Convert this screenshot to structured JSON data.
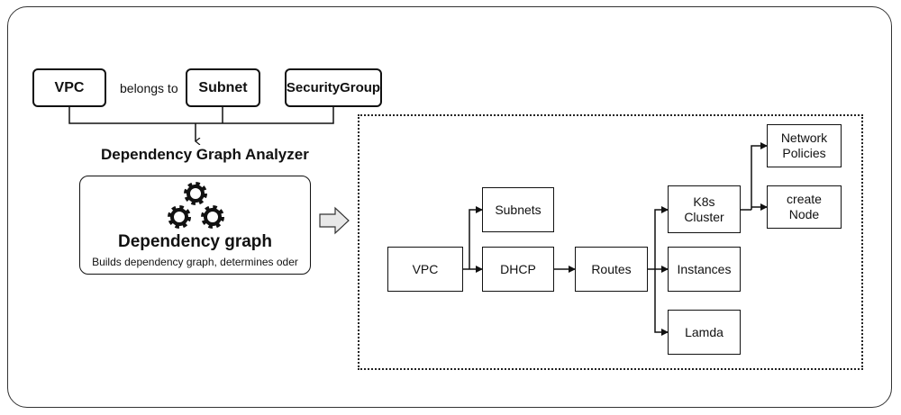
{
  "inputs": {
    "vpc": "VPC",
    "relation": "belongs to",
    "subnet": "Subnet",
    "security_group": "SecurityGroup"
  },
  "analyzer": {
    "title": "Dependency Graph Analyzer",
    "box_title": "Dependency graph",
    "box_subtitle": "Builds dependency graph, determines oder"
  },
  "graph": {
    "vpc": "VPC",
    "subnets": "Subnets",
    "dhcp": "DHCP",
    "routes": "Routes",
    "k8s_cluster": "K8s\nCluster",
    "instances": "Instances",
    "lamda": "Lamda",
    "network_policies": "Network\nPolicies",
    "create_node": "create\nNode"
  },
  "icons": [
    "gear-icon",
    "gear-icon",
    "gear-icon",
    "arrow-right-icon"
  ],
  "colors": {
    "stroke": "#111111",
    "arrow_fill": "#e8e8e8"
  }
}
